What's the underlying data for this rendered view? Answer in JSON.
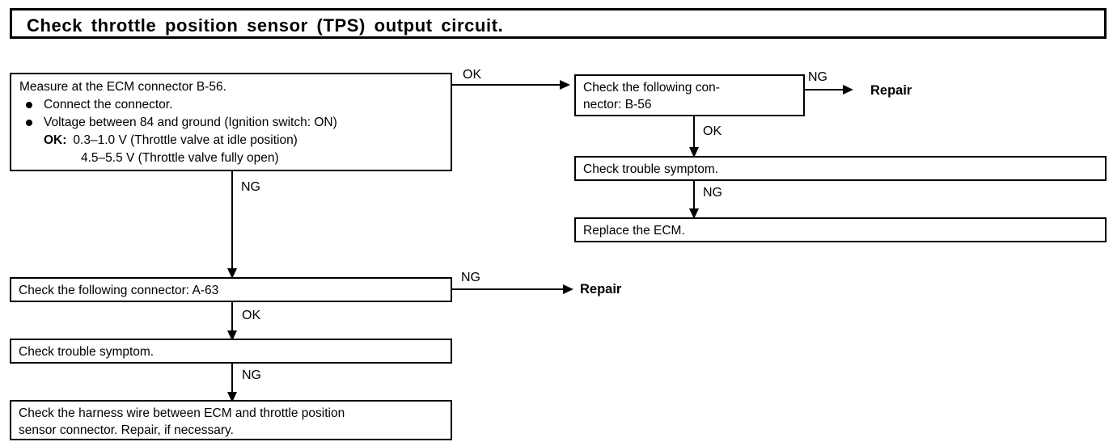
{
  "title": {
    "text": "Check throttle position sensor (TPS) output circuit."
  },
  "boxes": {
    "measure": {
      "heading": "Measure at the ECM connector B-56.",
      "bullet1": "Connect the connector.",
      "bullet2": "Voltage between 84 and ground (Ignition switch: ON)",
      "ok_label": "OK:",
      "ok_value1": "0.3–1.0 V (Throttle valve at idle position)",
      "ok_value2": "4.5–5.5 V (Throttle valve fully open)"
    },
    "connector_b56": {
      "label_bold": "Check the following con-\nnector:",
      "value": " B-56"
    },
    "check_symptom_right": {
      "text": "Check trouble symptom."
    },
    "replace_ecm": {
      "text": "Replace the ECM."
    },
    "connector_a63": {
      "label_bold": "Check the following connector:",
      "value": " A-63"
    },
    "check_symptom_left": {
      "text": "Check trouble symptom."
    },
    "check_harness": {
      "text": "Check the harness wire between ECM and throttle position\nsensor connector. Repair, if necessary."
    }
  },
  "edges": {
    "measure_ok": "OK",
    "measure_ng": "NG",
    "b56_ng": "NG",
    "b56_ok": "OK",
    "symptom_right_ng": "NG",
    "a63_ng": "NG",
    "a63_ok": "OK",
    "symptom_left_ng": "NG"
  },
  "terminals": {
    "repair_top": "Repair",
    "repair_bottom": "Repair"
  },
  "colors": {
    "ink": "#000000",
    "paper": "#ffffff"
  }
}
